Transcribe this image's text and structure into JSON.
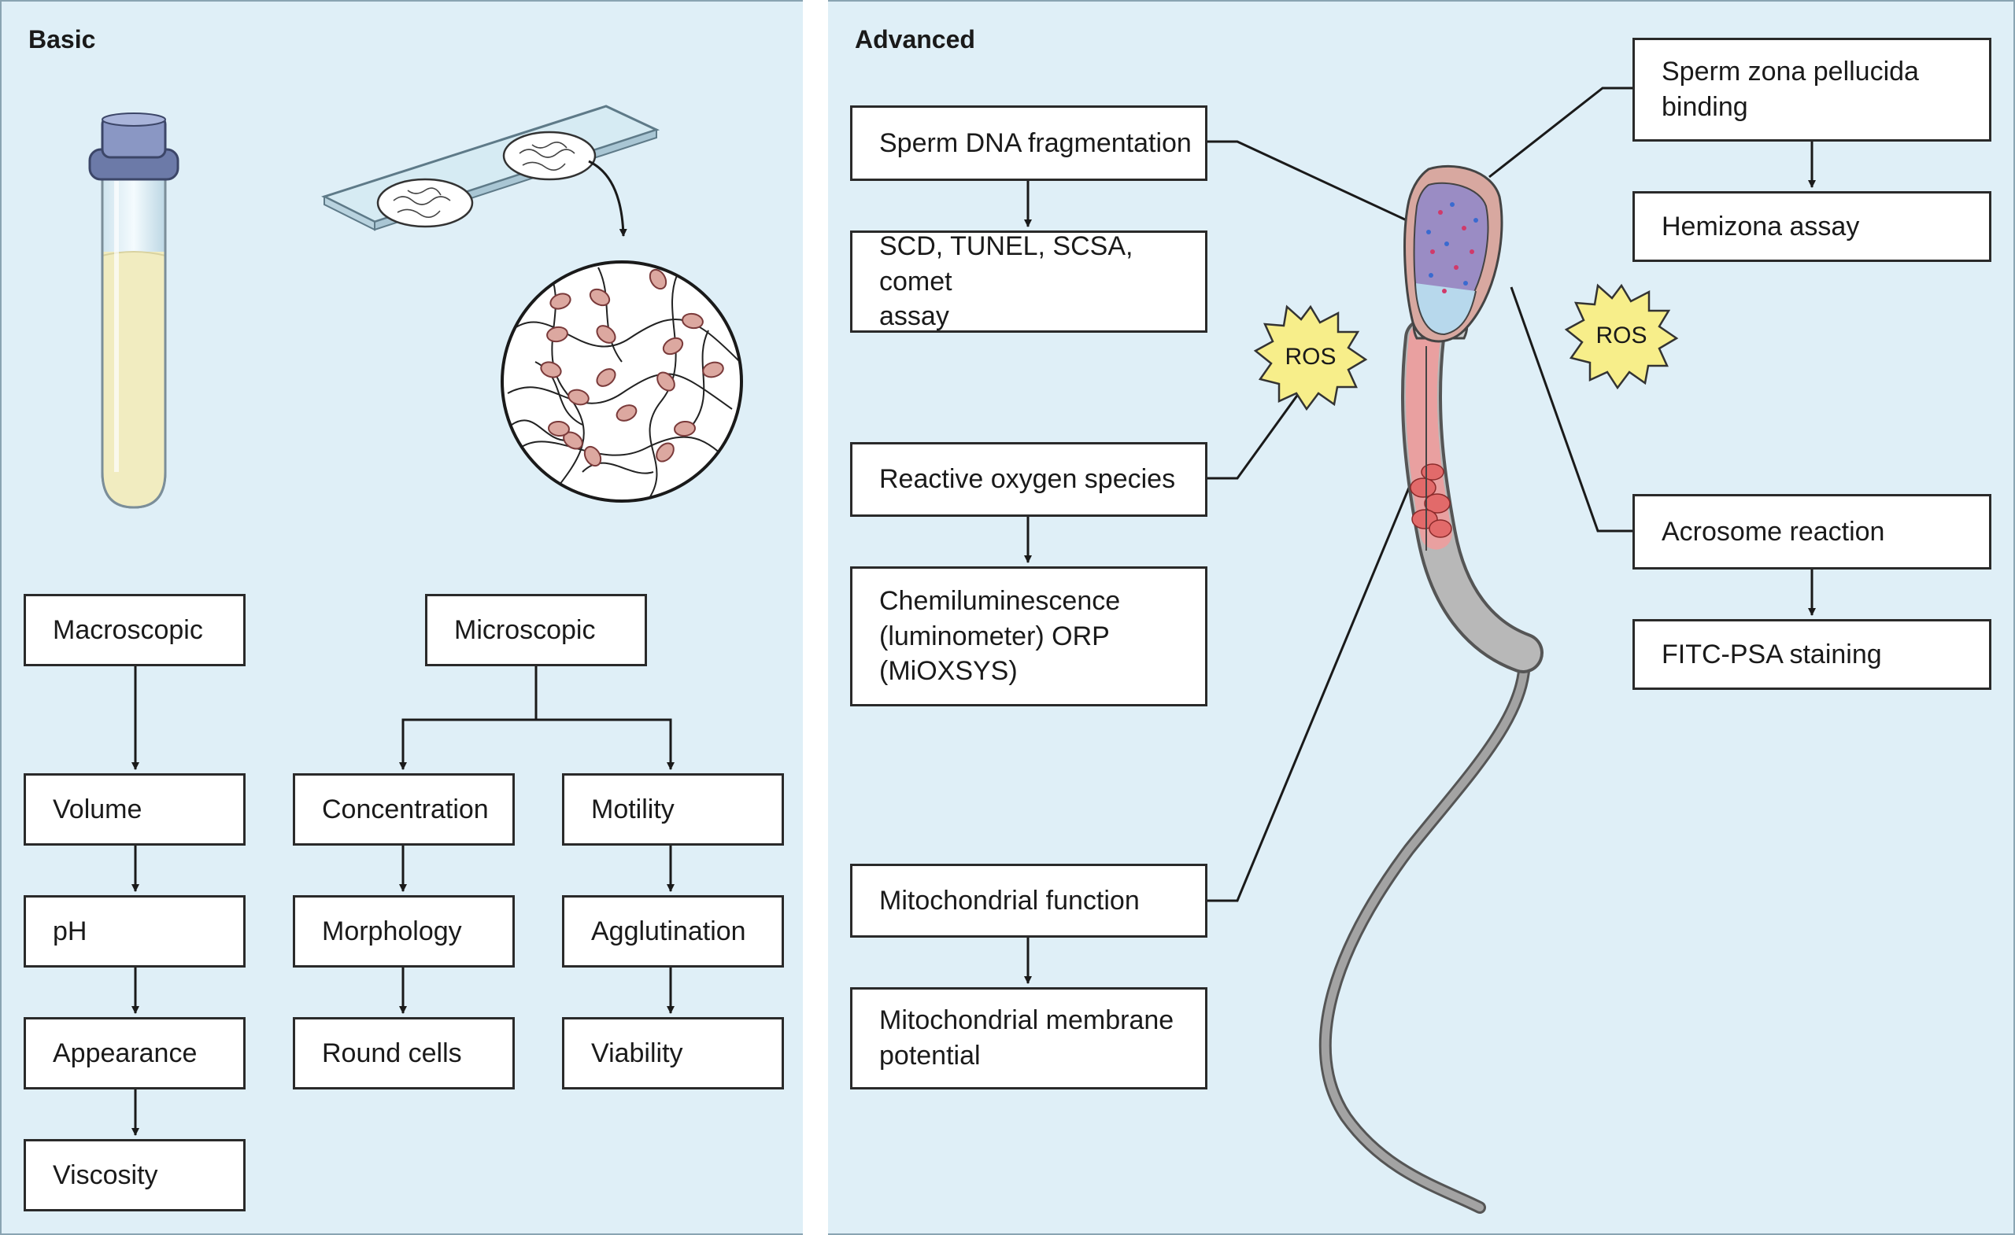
{
  "panels": {
    "basic": {
      "title": "Basic"
    },
    "advanced": {
      "title": "Advanced"
    }
  },
  "basic": {
    "macroscopic": {
      "header": "Macroscopic",
      "items": [
        "Volume",
        "pH",
        "Appearance",
        "Viscosity"
      ]
    },
    "microscopic": {
      "header": "Microscopic",
      "left_items": [
        "Concentration",
        "Morphology",
        "Round cells"
      ],
      "right_items": [
        "Motility",
        "Agglutination",
        "Viability"
      ]
    }
  },
  "advanced": {
    "left_tests": [
      {
        "name": "Sperm DNA fragmentation",
        "methods": "SCD, TUNEL, SCSA, comet\nassay"
      },
      {
        "name": "Reactive oxygen species",
        "methods": "Chemiluminescence\n(luminometer) ORP\n(MiOXSYS)"
      },
      {
        "name": "Mitochondrial function",
        "methods": "Mitochondrial membrane\npotential"
      }
    ],
    "right_tests": [
      {
        "name": "Sperm zona pellucida\nbinding",
        "methods": "Hemizona assay"
      },
      {
        "name": "Acrosome reaction",
        "methods": "FITC-PSA staining"
      }
    ],
    "ros_badges": [
      "ROS",
      "ROS"
    ]
  },
  "colors": {
    "panel_bg": "#dfeff7",
    "box_border": "#2a2a2a",
    "sperm_head": "#d8a8a0",
    "nucleus": "#9a8cc4",
    "ros_burst": "#f7ee8a",
    "semen": "#f1ecc0"
  }
}
